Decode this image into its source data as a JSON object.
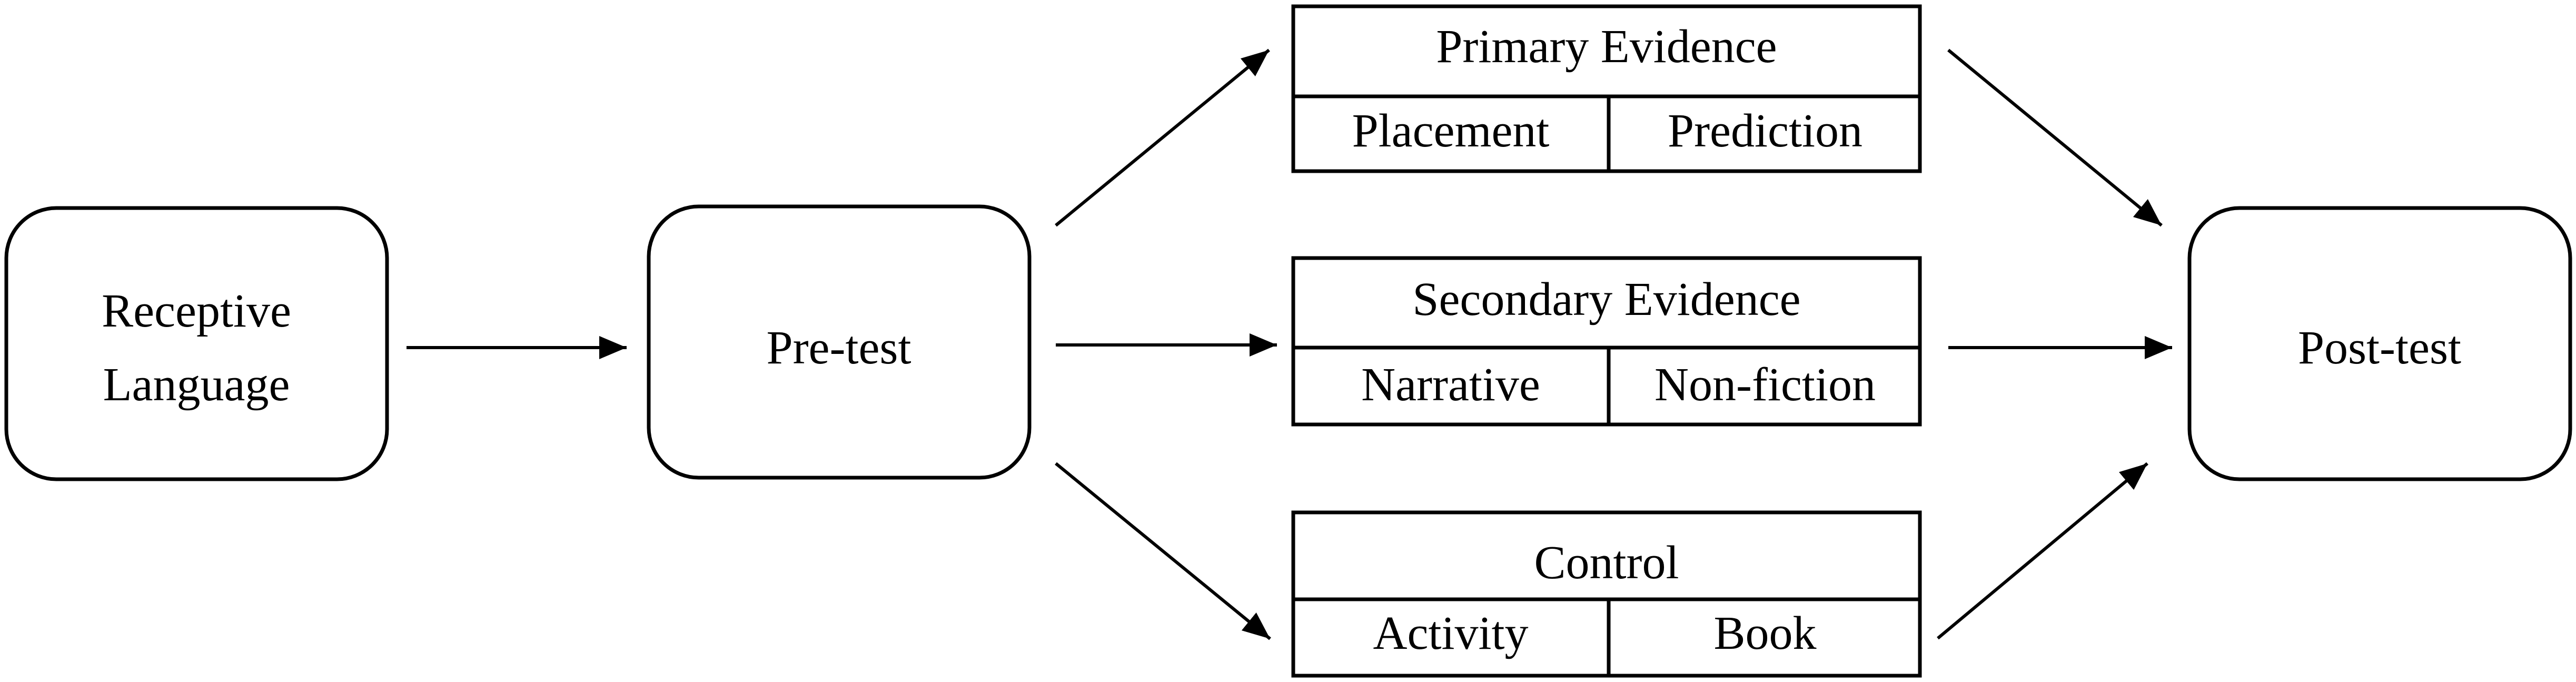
{
  "diagram": {
    "nodes": {
      "receptive": {
        "line1": "Receptive",
        "line2": "Language"
      },
      "pretest": {
        "label": "Pre-test"
      },
      "posttest": {
        "label": "Post-test"
      }
    },
    "groups": {
      "primary": {
        "title": "Primary Evidence",
        "left": "Placement",
        "right": "Prediction"
      },
      "secondary": {
        "title": "Secondary Evidence",
        "left": "Narrative",
        "right": "Non-fiction"
      },
      "control": {
        "title": "Control",
        "left": "Activity",
        "right": "Book"
      }
    }
  }
}
